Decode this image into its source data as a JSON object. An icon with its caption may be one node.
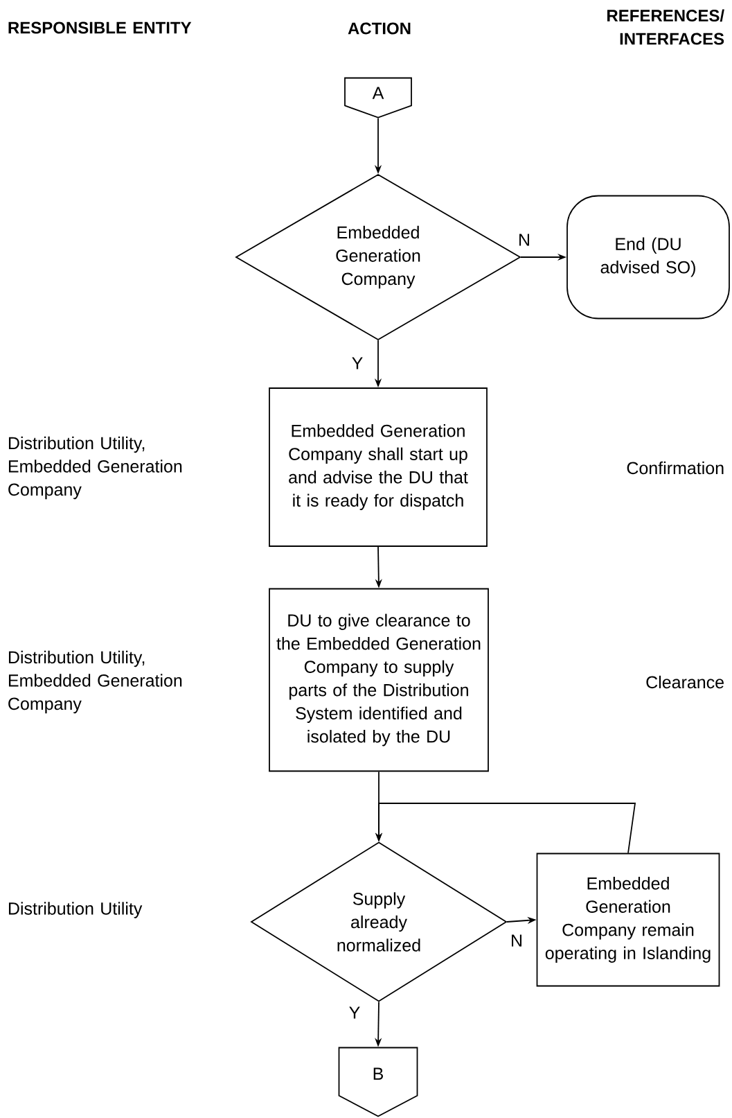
{
  "diagram": {
    "nodes": [
      {
        "text": [
          "A"
        ]
      },
      {
        "text": [
          "Embedded Generation Company"
        ]
      },
      {
        "text": [
          "End (DU advised SO)"
        ]
      },
      {
        "text": [
          "Embedded Generation Company shall start up and advise the DU that it is ready for dispatch"
        ]
      },
      {
        "text": [
          "DU to give clearance to the Embedded Generation Company to supply parts of the Distribution System identified and isolated by the DU"
        ]
      },
      {
        "text": [
          "Supply already normalized"
        ]
      },
      {
        "text": [
          "Embedded Generation Company remain operating in Islanding"
        ]
      },
      {
        "text": [
          "B"
        ]
      }
    ],
    "edges": [
      {
        "from": 0,
        "to": 1,
        "arrow": "to"
      },
      {
        "from": 1,
        "to": 2,
        "arrow": "to",
        "label": "N"
      },
      {
        "from": 1,
        "to": 3,
        "arrow": "to",
        "label": "Y"
      },
      {
        "from": 3,
        "to": 4,
        "arrow": "to"
      },
      {
        "from": 4,
        "to": 5,
        "arrow": "to"
      },
      {
        "from": 5,
        "to": 6,
        "arrow": "to",
        "label": "N"
      },
      {
        "from": 6,
        "to": 5,
        "arrow": "to"
      },
      {
        "from": 5,
        "to": 7,
        "arrow": "to",
        "label": "Y"
      }
    ],
    "labels": [
      "RESPONSIBLE ENTITY",
      "ACTION",
      "REFERENCES/ INTERFACES",
      "Distribution Utility, Embedded Generation Company",
      "Confirmation",
      "Distribution Utility, Embedded Generation Company",
      "Clearance",
      "Distribution Utility"
    ]
  }
}
